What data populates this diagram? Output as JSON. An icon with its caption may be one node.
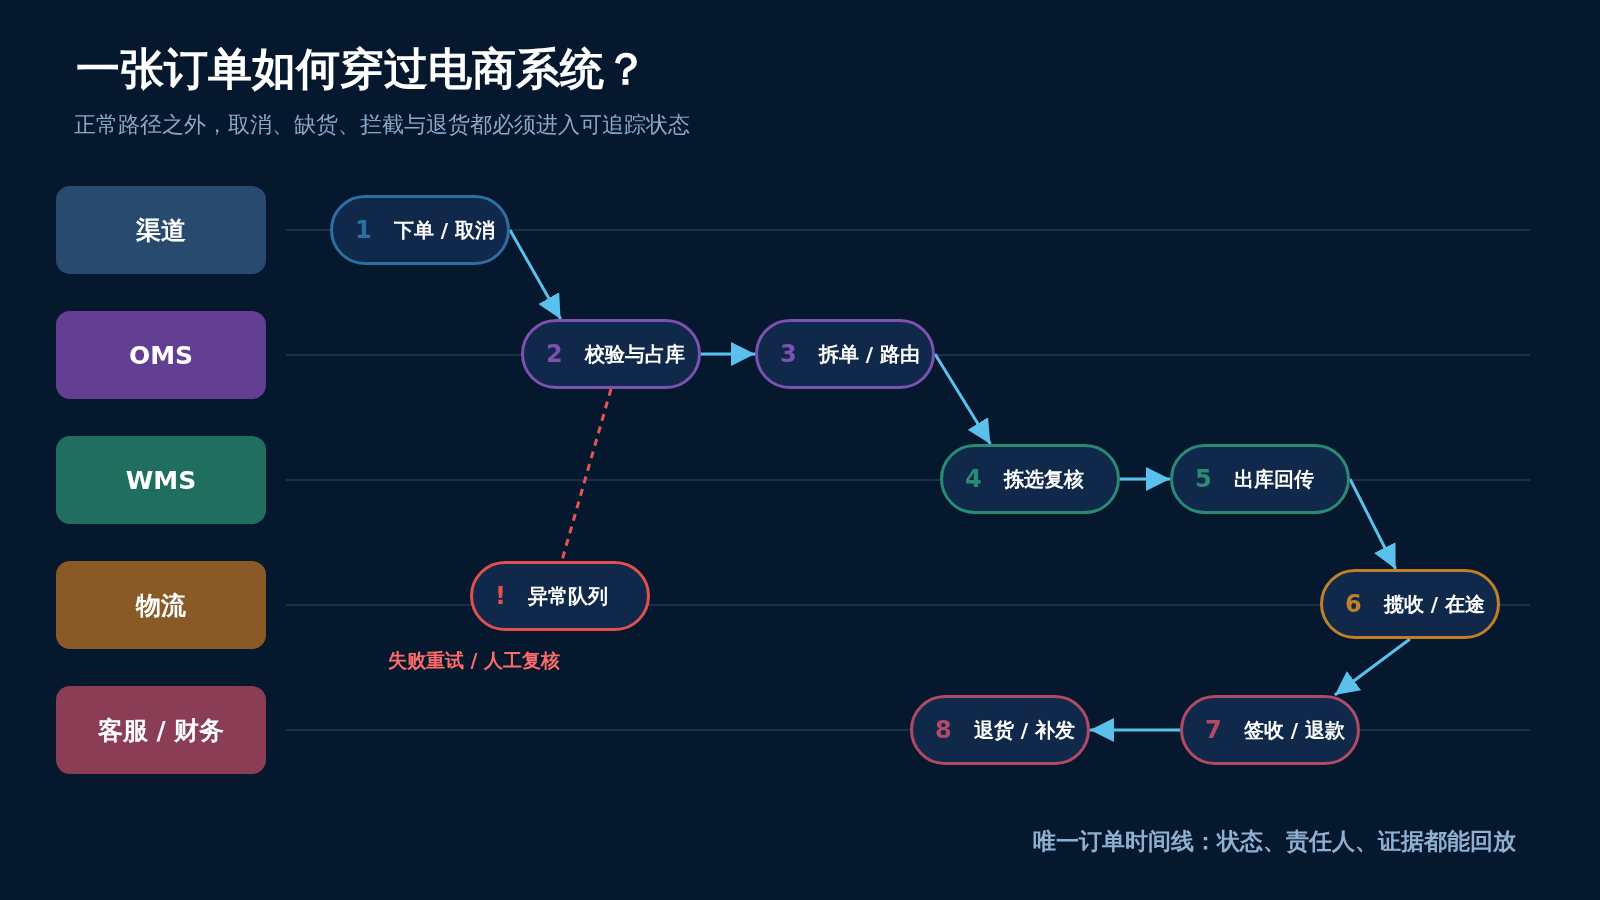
{
  "diagram": {
    "title": "一张订单如何穿过电商系统？",
    "nodes": [
      {
        "text": [
          "渠道"
        ]
      },
      {
        "text": [
          "OMS"
        ]
      },
      {
        "text": [
          "WMS"
        ]
      },
      {
        "text": [
          "物流"
        ]
      },
      {
        "text": [
          "客服 / 财务"
        ]
      },
      {
        "text": [
          "1",
          "下单 / 取消"
        ]
      },
      {
        "text": [
          "2",
          "校验与占库"
        ]
      },
      {
        "text": [
          "3",
          "拆单 / 路由"
        ]
      },
      {
        "text": [
          "4",
          "拣选复核"
        ]
      },
      {
        "text": [
          "5",
          "出库回传"
        ]
      },
      {
        "text": [
          "!",
          "异常队列"
        ],
        "beside": [
          "失败重试 / 人工复核"
        ]
      },
      {
        "text": [
          "6",
          "揽收 / 在途"
        ]
      },
      {
        "text": [
          "7",
          "签收 / 退款"
        ]
      },
      {
        "text": [
          "8",
          "退货 / 补发"
        ]
      }
    ],
    "edges": [
      {
        "from": 5,
        "to": 6,
        "arrow": "to"
      },
      {
        "from": 6,
        "to": 7,
        "arrow": "to"
      },
      {
        "from": 7,
        "to": 8,
        "arrow": "to"
      },
      {
        "from": 8,
        "to": 9,
        "arrow": "to"
      },
      {
        "from": 9,
        "to": 11,
        "arrow": "to"
      },
      {
        "from": 11,
        "to": 12,
        "arrow": "to"
      },
      {
        "from": 12,
        "to": 13,
        "arrow": "to"
      },
      {
        "from": 6,
        "to": 10,
        "arrow": "none",
        "style": "dashed",
        "color": "#e05555"
      }
    ],
    "labels": [
      "正常路径之外，取消、缺货、拦截与退货都必须进入可追踪状态",
      "唯一订单时间线：状态、责任人、证据都能回放"
    ]
  }
}
